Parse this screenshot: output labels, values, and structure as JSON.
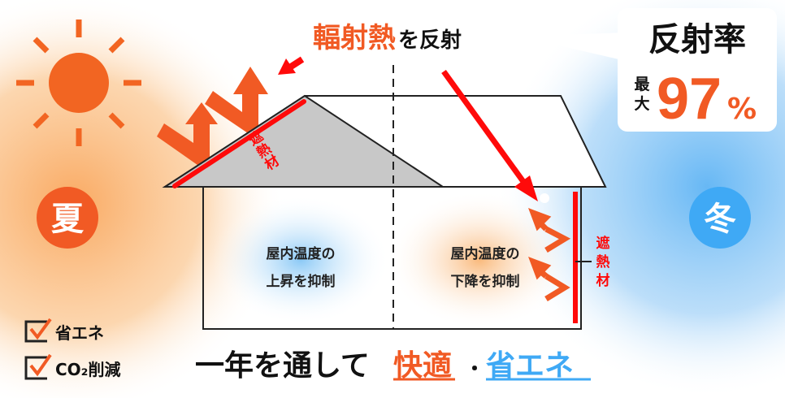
{
  "colors": {
    "orange": "#f15a24",
    "blue": "#3fa9f5",
    "red": "#ff0a0a",
    "roof_gray": "#c8c8c8"
  },
  "header": {
    "radiant_heat": "輻射熱",
    "reflect_suffix": "を反射"
  },
  "badge": {
    "title": "反射率",
    "max_label_1": "最",
    "max_label_2": "大",
    "value": "97",
    "unit": "%"
  },
  "seasons": {
    "summer": "夏",
    "winter": "冬"
  },
  "labels": {
    "roof_insulation": [
      "遮",
      "熱",
      "材"
    ],
    "wall_insulation": [
      "遮",
      "熱",
      "材"
    ]
  },
  "rooms": {
    "left": {
      "line1": "屋内温度の",
      "line2": "上昇を抑制"
    },
    "right": {
      "line1": "屋内温度の",
      "line2": "下降を抑制"
    }
  },
  "checklist": [
    {
      "label": "省エネ"
    },
    {
      "label": "CO₂削減"
    }
  ],
  "footer": {
    "prefix": "一年を通して",
    "comfort": "快適",
    "dot": "・",
    "energy": "省エネ"
  },
  "icons": [
    "sun-icon",
    "checkbox-icon",
    "arrow-icon"
  ]
}
